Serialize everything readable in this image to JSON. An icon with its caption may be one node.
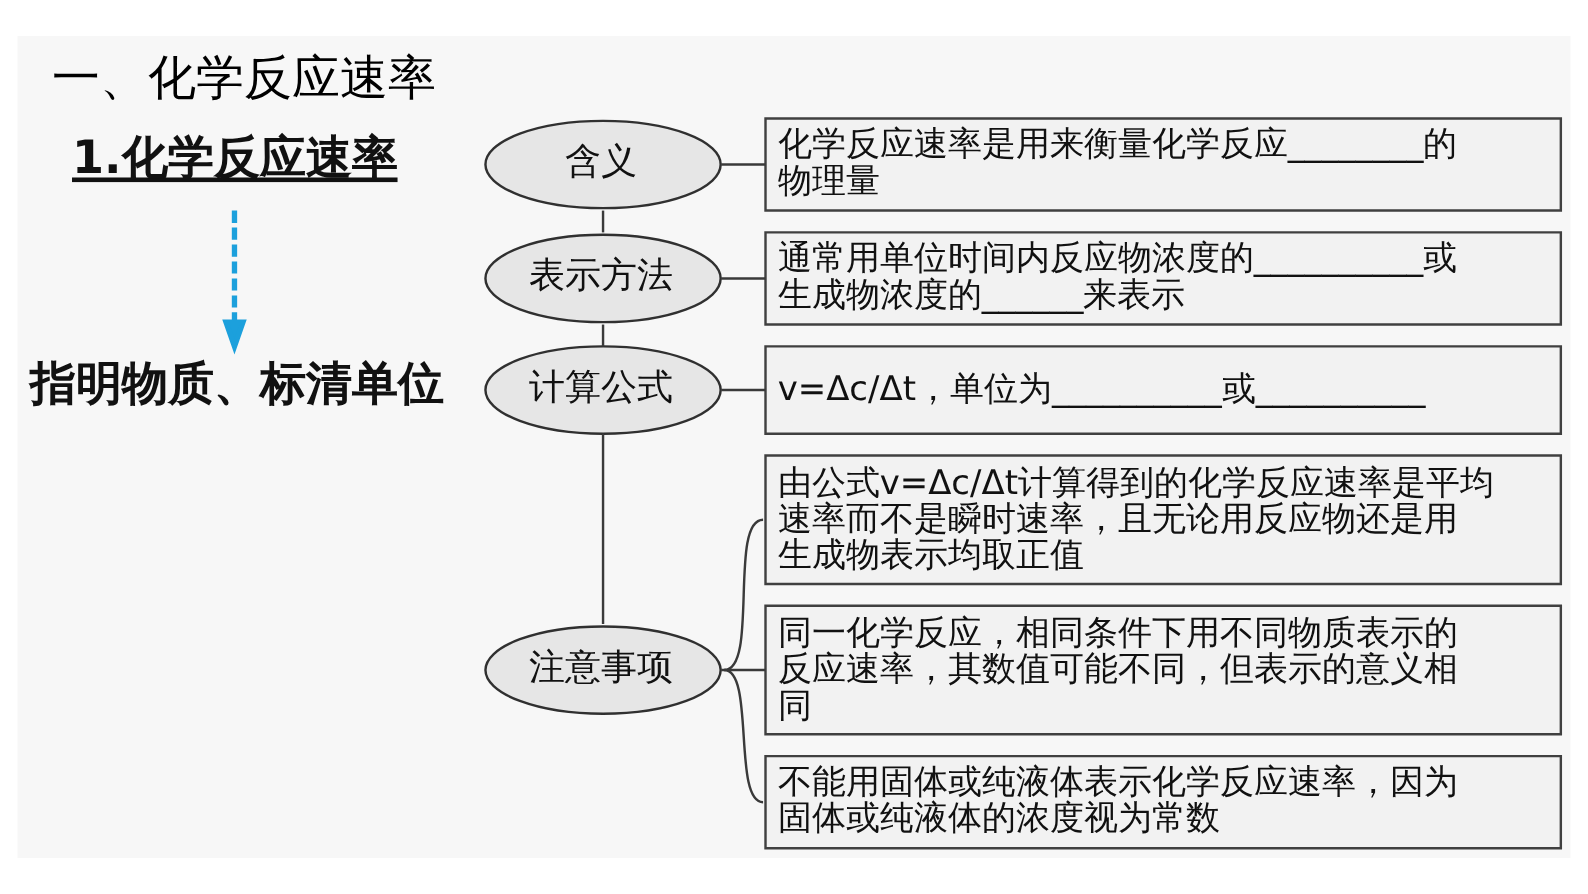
{
  "diagram": {
    "title": "一、化学反应速率",
    "nodes": [
      {
        "text": [
          "1.化学反应速率"
        ]
      },
      {
        "text": [
          "指明物质、标清单位"
        ]
      },
      {
        "text": [
          "含义"
        ]
      },
      {
        "text": [
          "化学反应速率是用来衡量化学反应________的物理量"
        ]
      },
      {
        "text": [
          "表示方法"
        ]
      },
      {
        "text": [
          "通常用单位时间内反应物浓度的__________或生成物浓度的______来表示"
        ]
      },
      {
        "text": [
          "计算公式"
        ]
      },
      {
        "text": [
          "v=Δc/Δt，单位为__________或__________"
        ]
      },
      {
        "text": [
          "注意事项"
        ]
      },
      {
        "text": [
          "由公式v=Δc/Δt计算得到的化学反应速率是平均速率而不是瞬时速率，且无论用反应物还是用生成物表示均取正值"
        ]
      },
      {
        "text": [
          "同一化学反应，相同条件下用不同物质表示的反应速率，其数值可能不同，但表示的意义相同"
        ]
      },
      {
        "text": [
          "不能用固体或纯液体表示化学反应速率，因为固体或纯液体的浓度视为常数"
        ]
      }
    ],
    "edges": [
      {
        "from": 0,
        "to": 1,
        "arrow": "to",
        "style": "dashed",
        "color": "#1ca0dc"
      },
      {
        "from": 2,
        "to": 3,
        "arrow": "none"
      },
      {
        "from": 2,
        "to": 4,
        "arrow": "none"
      },
      {
        "from": 4,
        "to": 5,
        "arrow": "none"
      },
      {
        "from": 4,
        "to": 6,
        "arrow": "none"
      },
      {
        "from": 6,
        "to": 7,
        "arrow": "none"
      },
      {
        "from": 6,
        "to": 8,
        "arrow": "none"
      },
      {
        "from": 8,
        "to": 9,
        "arrow": "none"
      },
      {
        "from": 8,
        "to": 10,
        "arrow": "none"
      },
      {
        "from": 8,
        "to": 11,
        "arrow": "none"
      }
    ]
  }
}
